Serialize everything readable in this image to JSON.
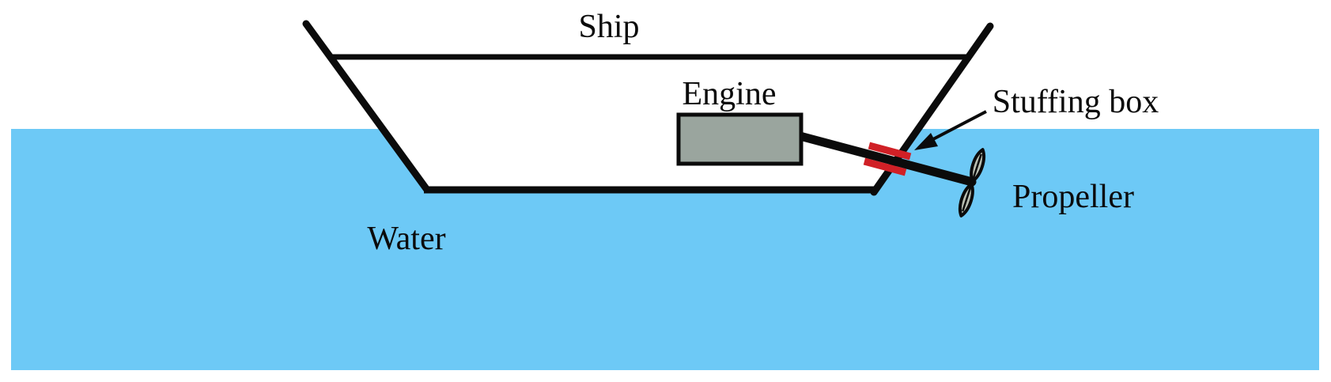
{
  "diagram": {
    "labels": {
      "ship": "Ship",
      "engine": "Engine",
      "stuffing_box": "Stuffing box",
      "propeller": "Propeller",
      "water": "Water"
    },
    "colors": {
      "water": "#6dc9f6",
      "engine_fill": "#9aa59e",
      "seal_red": "#d02026",
      "blade_fill": "#b8beb1",
      "line": "#0b0b0b"
    }
  }
}
